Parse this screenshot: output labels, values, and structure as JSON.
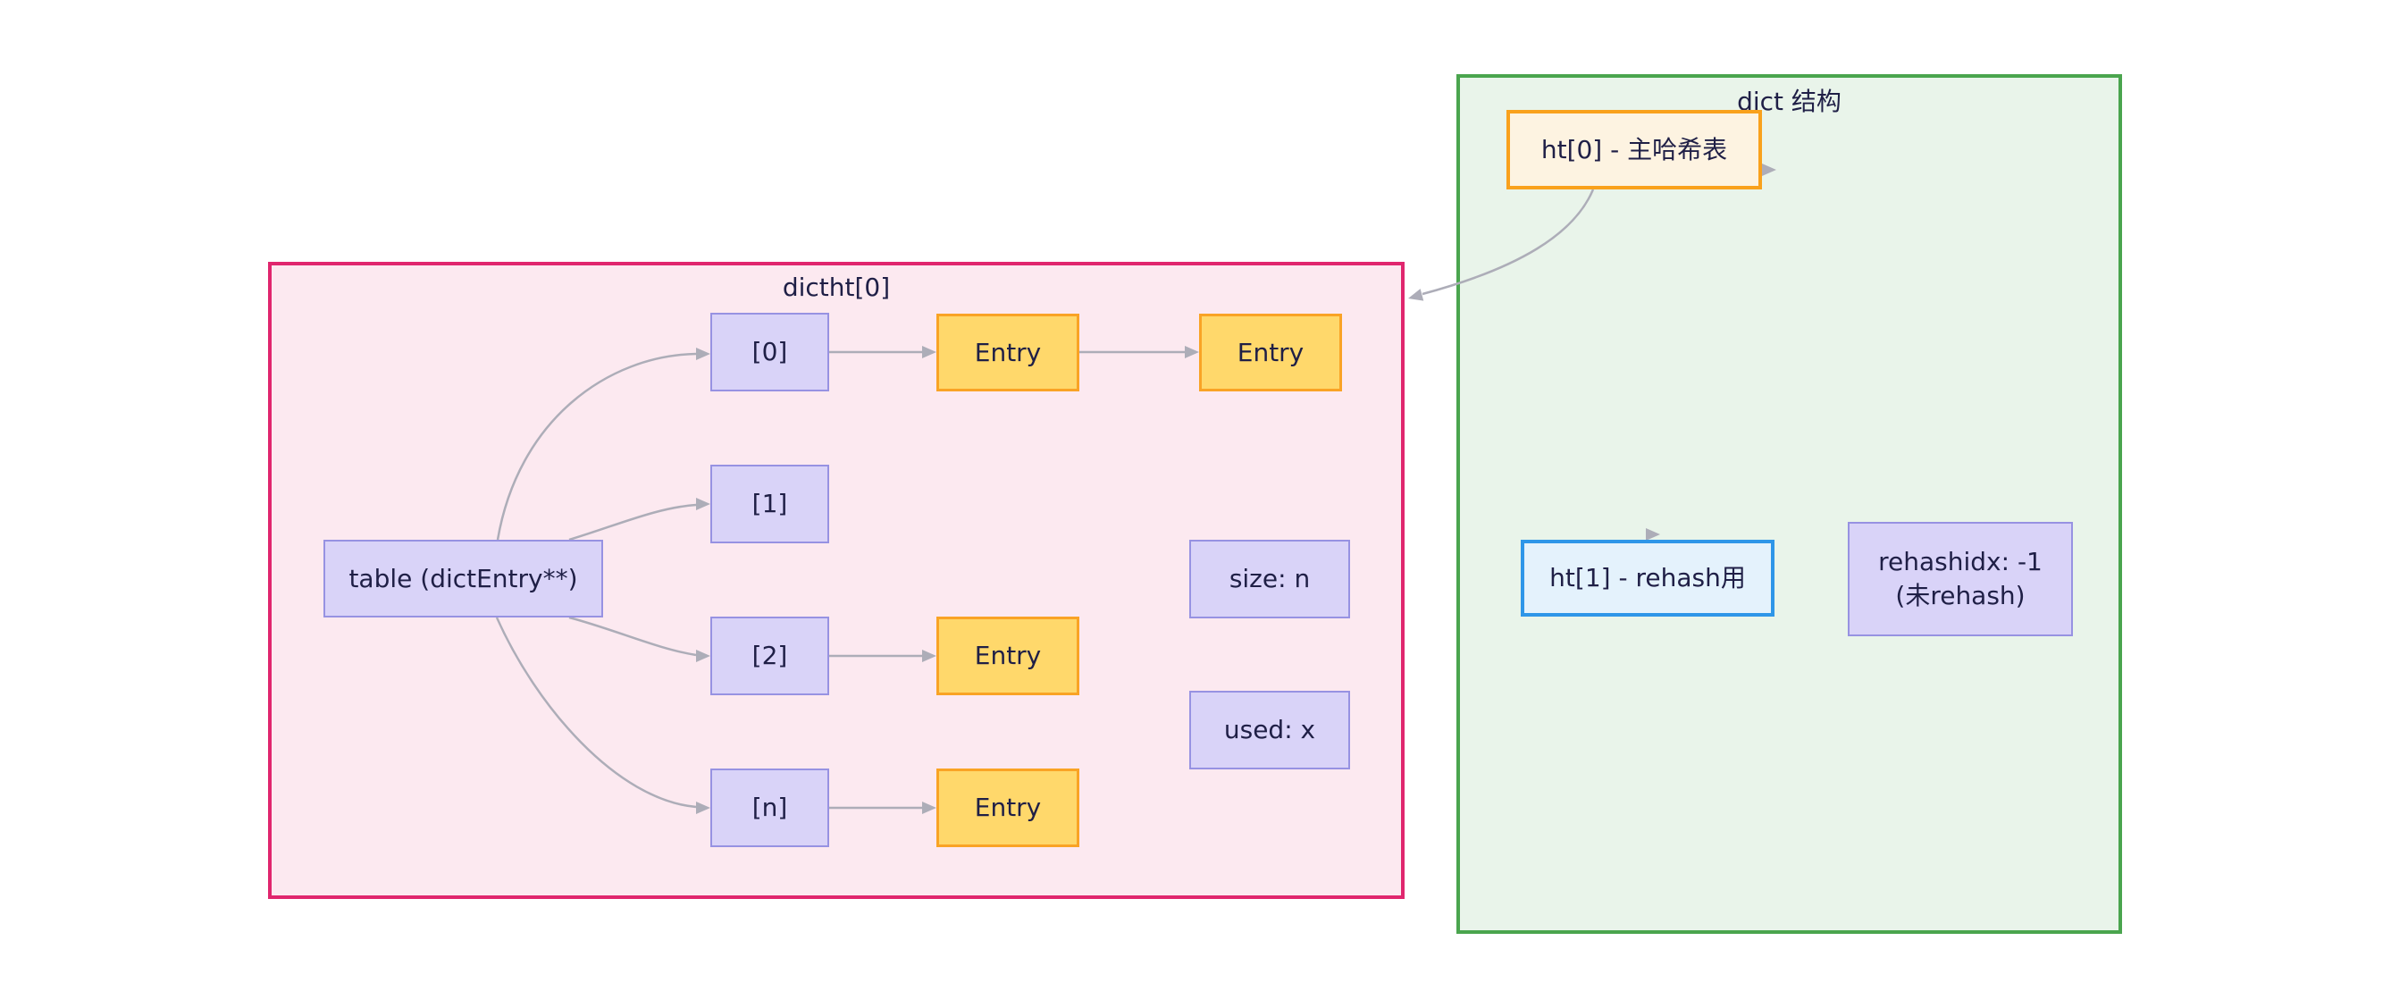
{
  "diagram": {
    "type": "flowchart",
    "groups": {
      "dictht0": {
        "title": "dictht[0]"
      },
      "dict": {
        "title": "dict 结构"
      }
    },
    "nodes": {
      "table": {
        "label": "table (dictEntry**)"
      },
      "bucket0": {
        "label": "[0]"
      },
      "bucket1": {
        "label": "[1]"
      },
      "bucket2": {
        "label": "[2]"
      },
      "bucketn": {
        "label": "[n]"
      },
      "entry1": {
        "label": "Entry"
      },
      "entry2": {
        "label": "Entry"
      },
      "entry3": {
        "label": "Entry"
      },
      "entry4": {
        "label": "Entry"
      },
      "size": {
        "label": "size: n"
      },
      "used": {
        "label": "used: x"
      },
      "ht0": {
        "label": "ht[0] - 主哈希表"
      },
      "ht1": {
        "label": "ht[1] - rehash用"
      },
      "rehashidx": {
        "line1": "rehashidx: -1",
        "line2": "(未rehash)"
      }
    },
    "edges": [
      {
        "from": "table",
        "to": "bucket0"
      },
      {
        "from": "table",
        "to": "bucket1"
      },
      {
        "from": "table",
        "to": "bucket2"
      },
      {
        "from": "table",
        "to": "bucketn"
      },
      {
        "from": "bucket0",
        "to": "entry1"
      },
      {
        "from": "entry1",
        "to": "entry2"
      },
      {
        "from": "bucket2",
        "to": "entry3"
      },
      {
        "from": "bucketn",
        "to": "entry4"
      },
      {
        "from": "ht0",
        "to": "dictht0-group"
      }
    ]
  },
  "colors": {
    "pink_border": "#e0266e",
    "pink_fill": "#fce9f0",
    "green_border": "#4aa54e",
    "green_fill": "#e9f4ea",
    "lavender_fill": "#d9d3f8",
    "lavender_border": "#9792e2",
    "entry_fill": "#ffd86b",
    "entry_border": "#f9a325",
    "ht0_fill": "#fdf3e1",
    "ht0_border": "#f9a11c",
    "ht1_fill": "#e4f2fc",
    "ht1_border": "#2e96e8",
    "edge": "#adadb8",
    "text": "#1f1f46",
    "bg": "#ffffff"
  }
}
